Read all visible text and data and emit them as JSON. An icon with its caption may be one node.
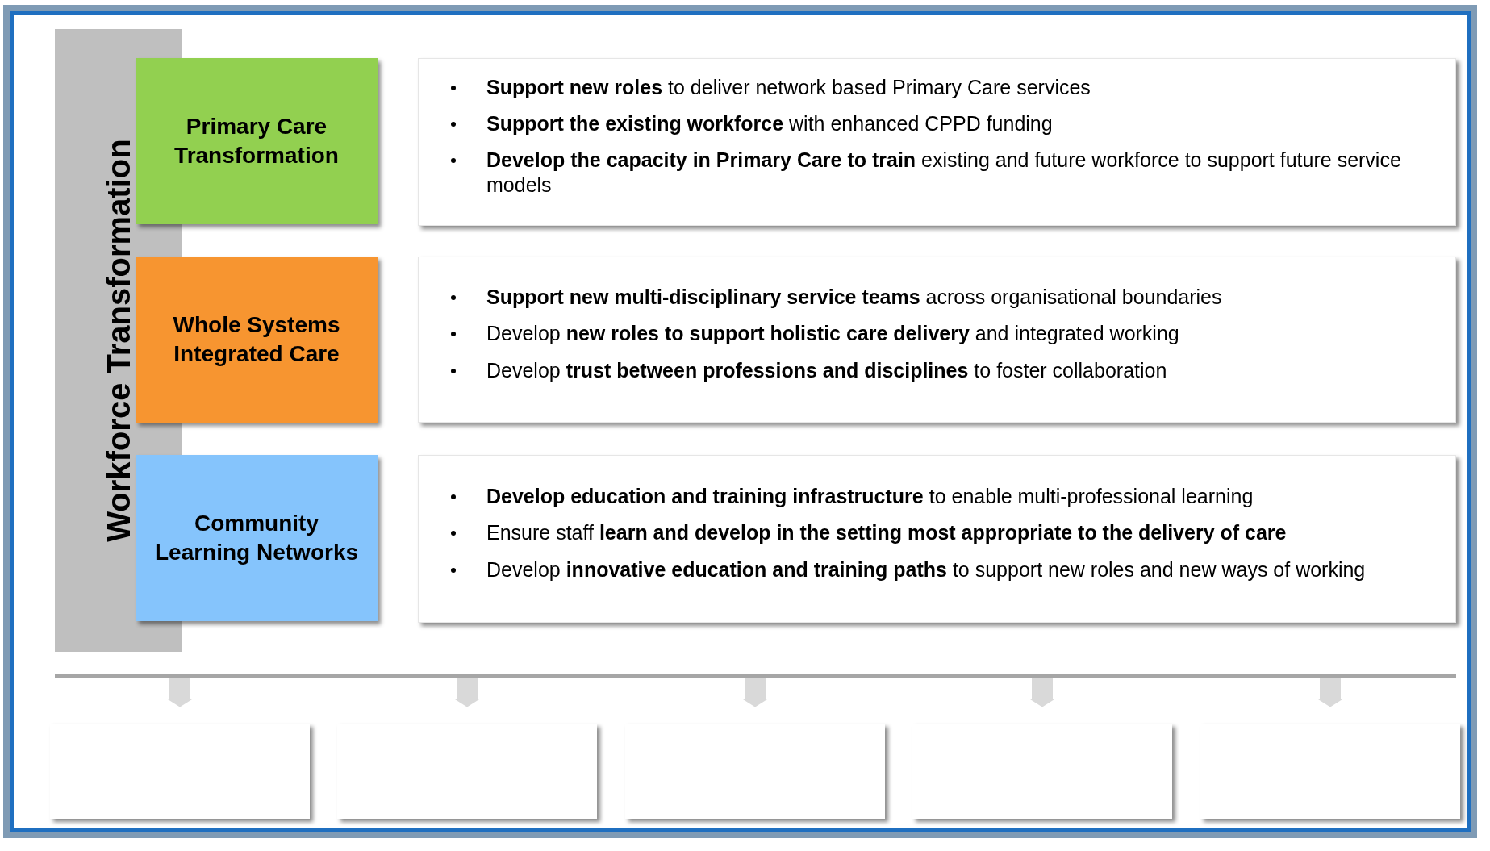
{
  "diagram": {
    "nodes": [
      {
        "text": [
          "Workforce Transformation"
        ]
      },
      {
        "text": [
          "Primary Care Transformation"
        ]
      },
      {
        "text": [
          "Whole Systems Integrated Care"
        ]
      },
      {
        "text": [
          "Community Learning Networks"
        ]
      },
      {
        "text": [
          "**Support new roles** to deliver network based Primary Care services",
          "**Support the existing workforce** with enhanced CPPD funding",
          "**Develop the capacity in Primary Care to train** existing and future workforce to support future service models"
        ]
      },
      {
        "text": [
          "**Support new multi-disciplinary service teams** across organisational boundaries",
          "Develop **new roles to support holistic care delivery** and integrated working",
          "Develop **trust between professions and disciplines** to foster collaboration"
        ]
      },
      {
        "text": [
          "**Develop education and training infrastructure** to enable multi-professional learning",
          "Ensure staff **learn and develop in the setting most appropriate to the delivery of care**",
          "Develop **innovative education and training paths** to support new roles and new ways of working"
        ]
      },
      {
        "text": [],
        "shape": "bar"
      },
      {
        "text": [],
        "shape": "box"
      },
      {
        "text": [],
        "shape": "box"
      },
      {
        "text": [],
        "shape": "box"
      },
      {
        "text": [],
        "shape": "box"
      },
      {
        "text": [],
        "shape": "box"
      }
    ],
    "edges": [
      {
        "from": 7,
        "to": 8,
        "arrow": "to"
      },
      {
        "from": 7,
        "to": 9,
        "arrow": "to"
      },
      {
        "from": 7,
        "to": 10,
        "arrow": "to"
      },
      {
        "from": 7,
        "to": 11,
        "arrow": "to"
      },
      {
        "from": 7,
        "to": 12,
        "arrow": "to"
      }
    ]
  }
}
